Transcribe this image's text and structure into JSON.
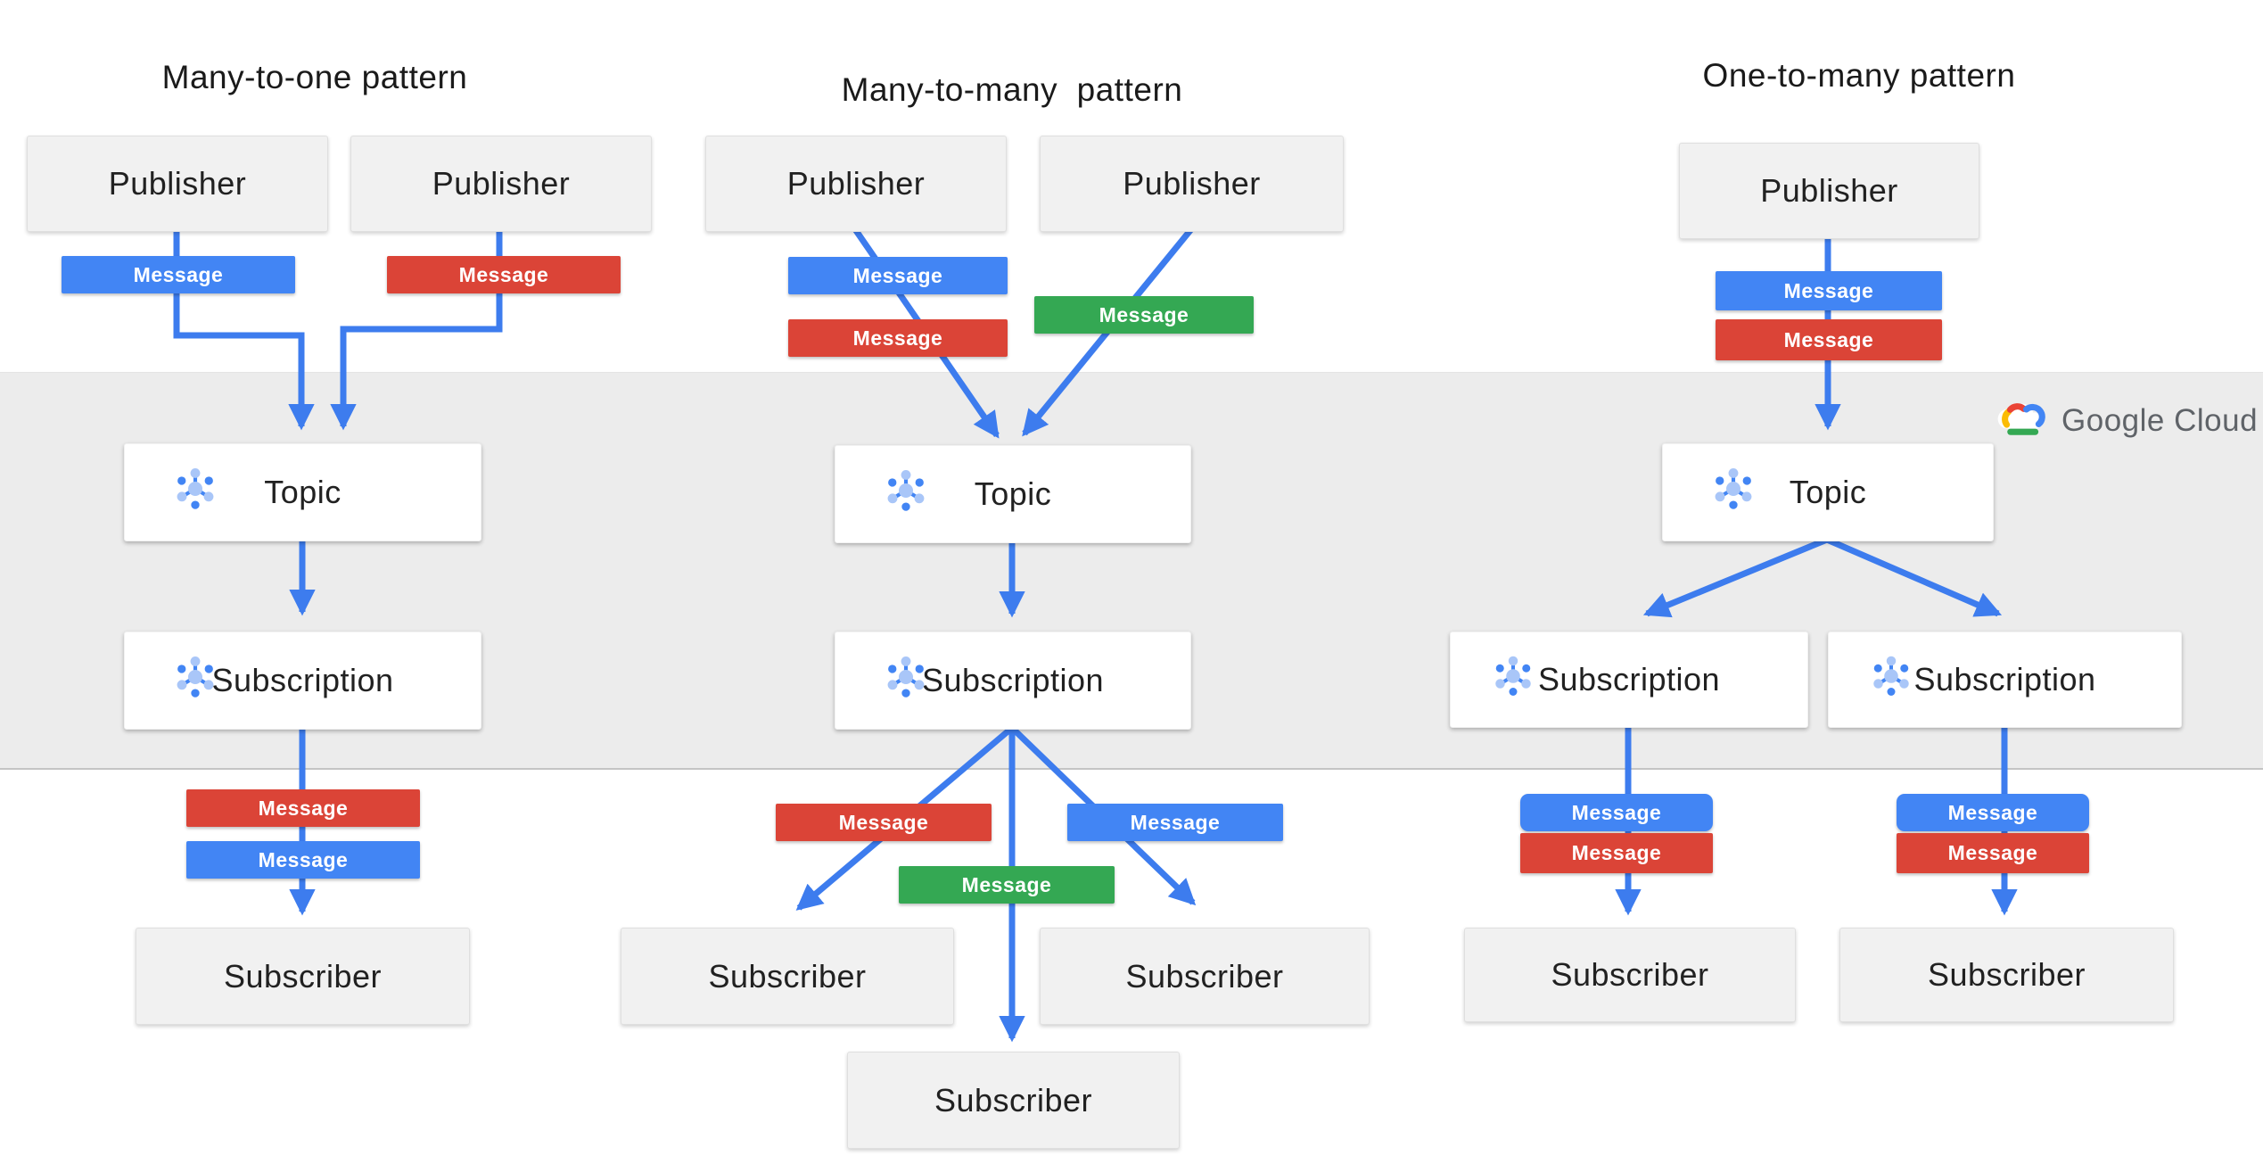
{
  "labels": {
    "publisher": "Publisher",
    "topic": "Topic",
    "subscription": "Subscription",
    "subscriber": "Subscriber",
    "message": "Message"
  },
  "logo": {
    "text": "Google Cloud"
  },
  "colors": {
    "message_blue": "#4285F4",
    "message_red": "#DB4437",
    "message_green": "#34A853",
    "connector_blue": "#3D7CEE",
    "band_gray": "#ECECEC",
    "node_gray": "#F1F1F1",
    "node_white": "#FFFFFF",
    "text_dark": "#212121",
    "logo_gray": "#5F6368",
    "icon_blue_dark": "#4285F4",
    "icon_blue_light": "#A9C6F8"
  },
  "patterns": [
    {
      "title": "Many-to-one pattern",
      "publishers": [
        "Publisher",
        "Publisher"
      ],
      "inbound_messages": [
        {
          "color": "blue",
          "label": "Message"
        },
        {
          "color": "red",
          "label": "Message"
        }
      ],
      "topic": {
        "label": "Topic"
      },
      "subscriptions": [
        {
          "label": "Subscription"
        }
      ],
      "outbound_messages": [
        {
          "color": "red",
          "label": "Message"
        },
        {
          "color": "blue",
          "label": "Message"
        }
      ],
      "subscribers": [
        "Subscriber"
      ]
    },
    {
      "title": "Many-to-many  pattern",
      "publishers": [
        "Publisher",
        "Publisher"
      ],
      "inbound_messages": [
        {
          "color": "blue",
          "label": "Message"
        },
        {
          "color": "red",
          "label": "Message"
        },
        {
          "color": "green",
          "label": "Message"
        }
      ],
      "topic": {
        "label": "Topic"
      },
      "subscriptions": [
        {
          "label": "Subscription"
        }
      ],
      "outbound_messages": [
        {
          "color": "red",
          "label": "Message"
        },
        {
          "color": "blue",
          "label": "Message"
        },
        {
          "color": "green",
          "label": "Message"
        }
      ],
      "subscribers": [
        "Subscriber",
        "Subscriber",
        "Subscriber"
      ]
    },
    {
      "title": "One-to-many pattern",
      "publishers": [
        "Publisher"
      ],
      "inbound_messages": [
        {
          "color": "blue",
          "label": "Message"
        },
        {
          "color": "red",
          "label": "Message"
        }
      ],
      "topic": {
        "label": "Topic"
      },
      "subscriptions": [
        {
          "label": "Subscription"
        },
        {
          "label": "Subscription"
        }
      ],
      "outbound_messages": [
        {
          "color": "blue",
          "label": "Message"
        },
        {
          "color": "red",
          "label": "Message"
        },
        {
          "color": "blue",
          "label": "Message"
        },
        {
          "color": "red",
          "label": "Message"
        }
      ],
      "subscribers": [
        "Subscriber",
        "Subscriber"
      ]
    }
  ]
}
